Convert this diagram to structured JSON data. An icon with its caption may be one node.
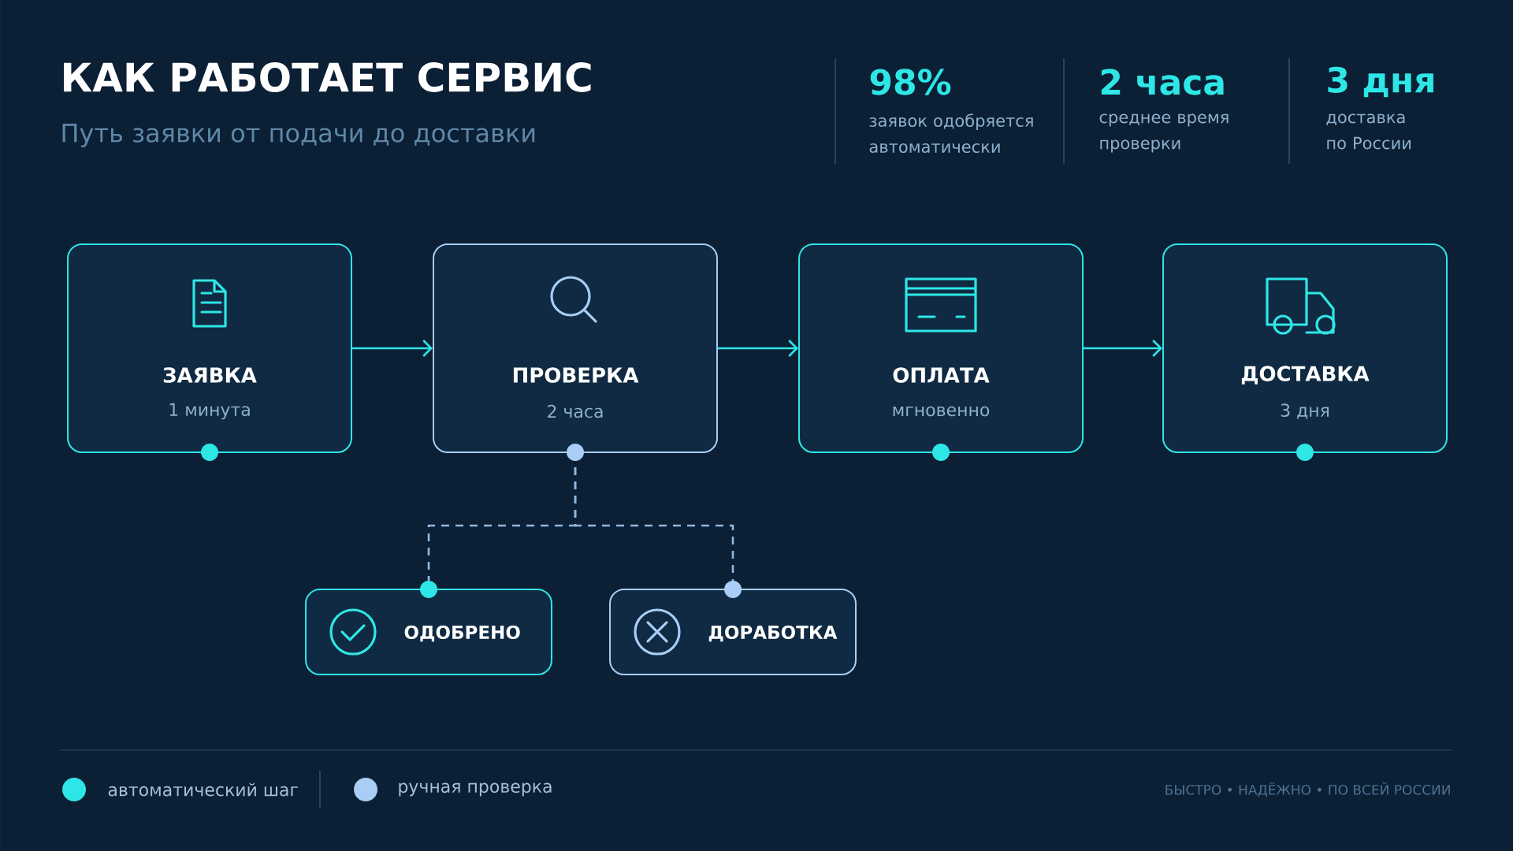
{
  "diagram": {
    "title": "КАК РАБОТАЕТ СЕРВИС",
    "nodes": [
      {
        "text": [
          "ЗАЯВКА",
          "1 минута"
        ]
      },
      {
        "text": [
          "ПРОВЕРКА",
          "2 часа"
        ]
      },
      {
        "text": [
          "ОПЛАТА",
          "мгновенно"
        ]
      },
      {
        "text": [
          "ДОСТАВКА",
          "3 дня"
        ]
      },
      {
        "text": [
          "ОДОБРЕНО"
        ]
      },
      {
        "text": [
          "ДОРАБОТКА"
        ]
      }
    ],
    "edges": [
      {
        "from": 0,
        "to": 1,
        "arrow": "to"
      },
      {
        "from": 1,
        "to": 2,
        "arrow": "to"
      },
      {
        "from": 2,
        "to": 3,
        "arrow": "to"
      },
      {
        "from": 1,
        "to": 4,
        "arrow": "none",
        "style": "dashed",
        "color": "#8fb8e0"
      },
      {
        "from": 1,
        "to": 5,
        "arrow": "none",
        "style": "dashed",
        "color": "#8fb8e0"
      }
    ],
    "labels": [
      "Путь заявки от подачи до доставки",
      "98%",
      "заявок одобряется автоматически",
      "2 часа",
      "среднее время проверки",
      "3 дня",
      "доставка по России",
      "БЫСТРО • НАДЁЖНО • ПО ВСЕЙ РОССИИ"
    ],
    "legend": [
      {
        "text": "автоматический шаг",
        "color": "#2ee6e6"
      },
      {
        "text": "ручная проверка",
        "color": "#a9cdf5"
      }
    ]
  }
}
